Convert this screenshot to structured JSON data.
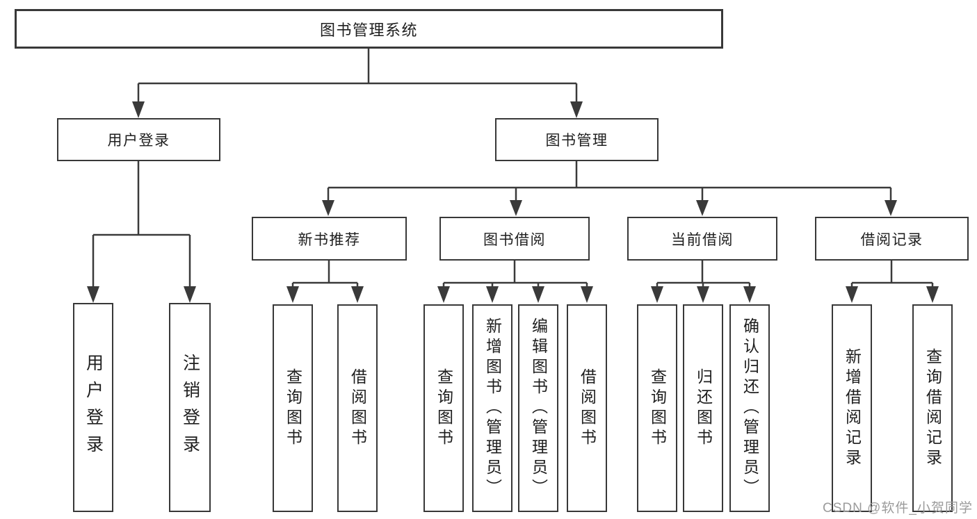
{
  "title": "图书管理系统",
  "watermark": "CSDN @软件_小贺同学",
  "colors": {
    "line": "#3a3a3a",
    "box_border": "#383838",
    "text": "#1e1e1e",
    "watermark": "#9b9b9b",
    "background": "#ffffff"
  },
  "nodes": {
    "root": "图书管理系统",
    "level2": {
      "user_login": "用户登录",
      "book_mgmt": "图书管理"
    },
    "level3": {
      "new_books": "新书推荐",
      "book_borrow": "图书借阅",
      "current_borrow": "当前借阅",
      "borrow_records": "借阅记录"
    },
    "leaves": {
      "user_login": [
        "用户登录",
        "注销登录"
      ],
      "new_books": [
        "查询图书",
        "借阅图书"
      ],
      "book_borrow": [
        "查询图书",
        "新增图书（管理员）",
        "编辑图书（管理员）",
        "借阅图书"
      ],
      "current_borrow": [
        "查询图书",
        "归还图书",
        "确认归还（管理员）"
      ],
      "borrow_records": [
        "新增借阅记录",
        "查询借阅记录"
      ]
    }
  }
}
